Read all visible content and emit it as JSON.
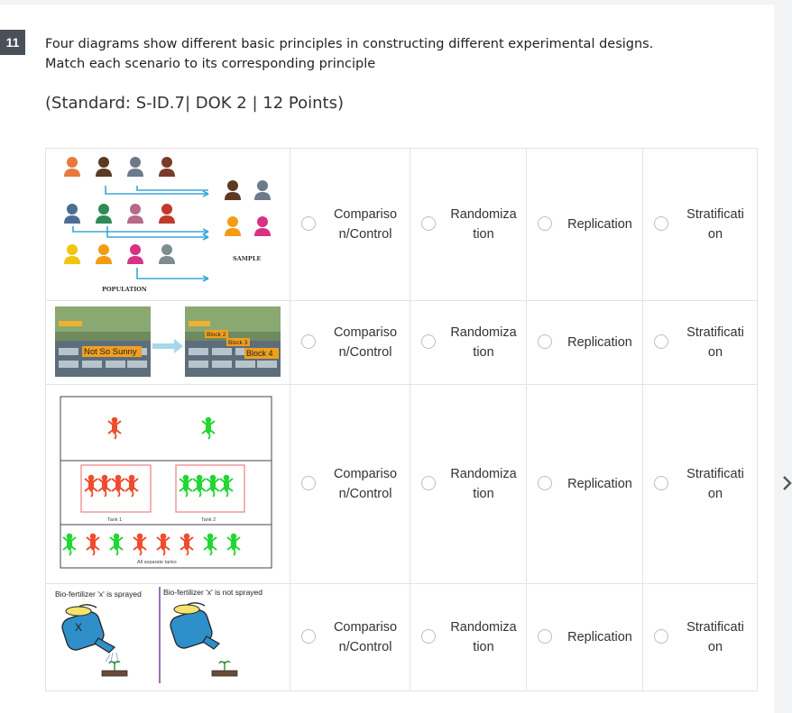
{
  "question": {
    "number": "11",
    "line1": "Four diagrams show different basic principles in constructing different experimental designs.",
    "line2": "Match each scenario to its corresponding principle",
    "standard": "(Standard: S-ID.7| DOK 2 | 12 Points)"
  },
  "options": [
    "Compariso\nn/Control",
    "Randomiza\ntion",
    "Replication",
    "Stratificati\non"
  ],
  "diagram1": {
    "sample_label": "SAMPLE",
    "population_label": "POPULATION"
  },
  "diagram2": {
    "left_label": "Not So Sunny",
    "b2": "Block 2",
    "b3": "Block 3",
    "b4": "Block 4"
  },
  "diagram3": {
    "tank1": "Tank 1",
    "tank2": "Tank 2",
    "separate": "All separate tanks"
  },
  "diagram4": {
    "left_caption": "Bio-fertilizer 'x' is sprayed",
    "right_caption": "Bio-fertilizer 'x' is not sprayed",
    "can_mark": "X"
  },
  "colors": {
    "qnum_bg": "#4a5057",
    "border": "#e1e4e8",
    "red": "#ee4c2c",
    "green": "#22d633",
    "arrow": "#3aa7d8"
  }
}
